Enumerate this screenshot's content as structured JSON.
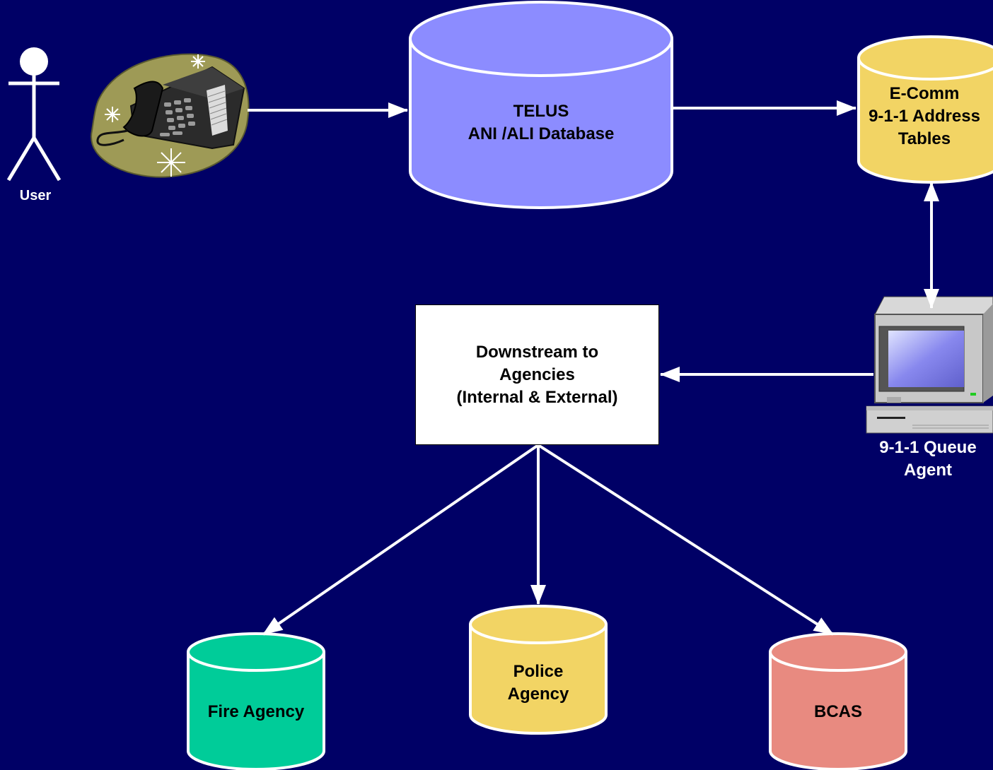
{
  "nodes": {
    "user": {
      "label": "User"
    },
    "telus_db": {
      "lines": [
        "TELUS",
        "ANI /ALI Database"
      ],
      "color": "#8c8cff"
    },
    "ecomm_tables": {
      "lines": [
        "E-Comm",
        "9-1-1 Address",
        "Tables"
      ],
      "color": "#f2d464"
    },
    "queue_agent": {
      "lines": [
        "9-1-1 Queue",
        "Agent"
      ]
    },
    "downstream": {
      "lines": [
        "Downstream to",
        "Agencies",
        "(Internal & External)"
      ]
    },
    "fire_agency": {
      "label": "Fire Agency",
      "color": "#00cc99"
    },
    "police_agency": {
      "lines": [
        "Police",
        "Agency"
      ],
      "color": "#f2d464"
    },
    "bcas": {
      "label": "BCAS",
      "color": "#e88a80"
    }
  },
  "edges": [
    {
      "from": "phone",
      "to": "telus_db"
    },
    {
      "from": "telus_db",
      "to": "ecomm_tables"
    },
    {
      "from": "ecomm_tables",
      "to": "queue_agent",
      "bidirectional": true
    },
    {
      "from": "queue_agent",
      "to": "downstream"
    },
    {
      "from": "downstream",
      "to": "fire_agency"
    },
    {
      "from": "downstream",
      "to": "police_agency"
    },
    {
      "from": "downstream",
      "to": "bcas"
    }
  ],
  "colors": {
    "background": "#000066",
    "arrow": "#ffffff"
  }
}
